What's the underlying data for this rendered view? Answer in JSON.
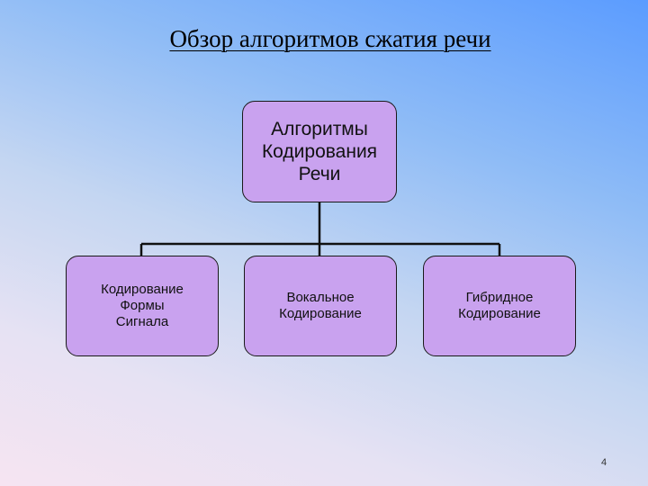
{
  "slide": {
    "title": "Обзор алгоритмов сжатия речи",
    "page_number": "4"
  },
  "diagram": {
    "root": {
      "label": "Алгоритмы\nКодирования\nРечи"
    },
    "children": [
      {
        "label": "Кодирование\nФормы\nСигнала"
      },
      {
        "label": "Вокальное\nКодирование"
      },
      {
        "label": "Гибридное\nКодирование"
      }
    ]
  },
  "colors": {
    "node_fill": "#c9a2ef",
    "node_border": "#1a1a1a",
    "connector": "#111111"
  }
}
